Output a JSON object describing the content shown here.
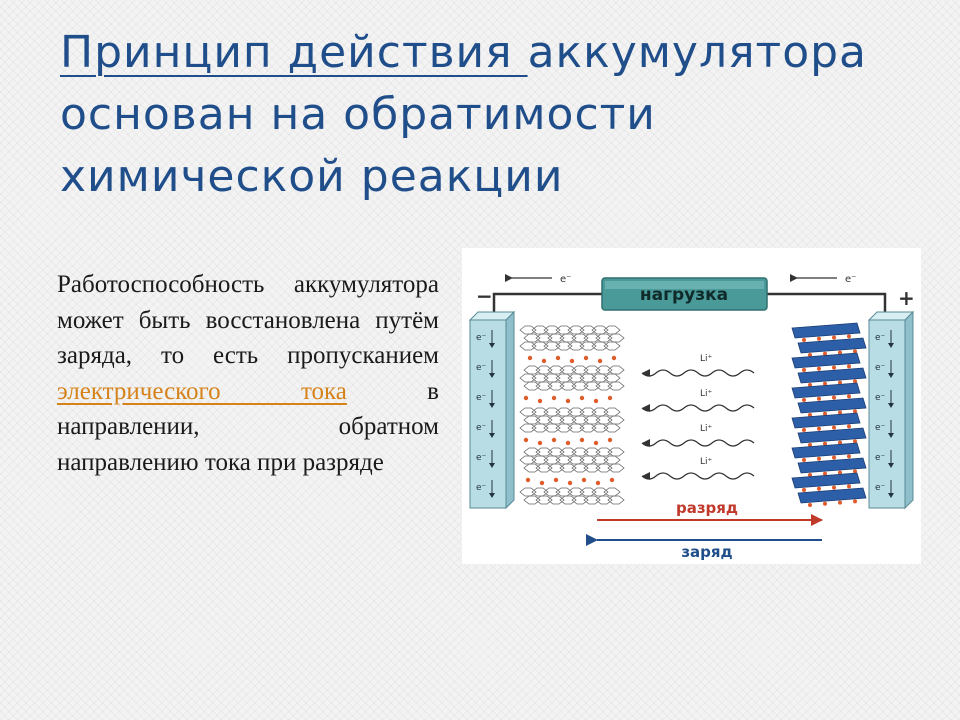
{
  "title": {
    "part1": "Принцип действия ",
    "part2": "аккумулятора основан на обратимости химической реакции"
  },
  "body": {
    "before_link": "Работоспособность аккумулятора может быть восстановлена путём заряда, то есть пропусканием ",
    "link": "электрического тока",
    "after_link": " в направлении, обратном направлению тока при разряде"
  },
  "figure": {
    "load_label": "нагрузка",
    "minus_sign": "−",
    "plus_sign": "+",
    "electron_label": "e⁻",
    "ion_label": "Li⁺",
    "discharge_label": "разряд",
    "charge_label": "заряд",
    "colors": {
      "discharge": "#c0392b",
      "charge": "#1f4e8a",
      "load_fill": "#4a9a9a",
      "electrode_fill": "#b9dde4",
      "cathode_crystal": "#2d5fa8",
      "ion_dot": "#e05a2a"
    }
  }
}
